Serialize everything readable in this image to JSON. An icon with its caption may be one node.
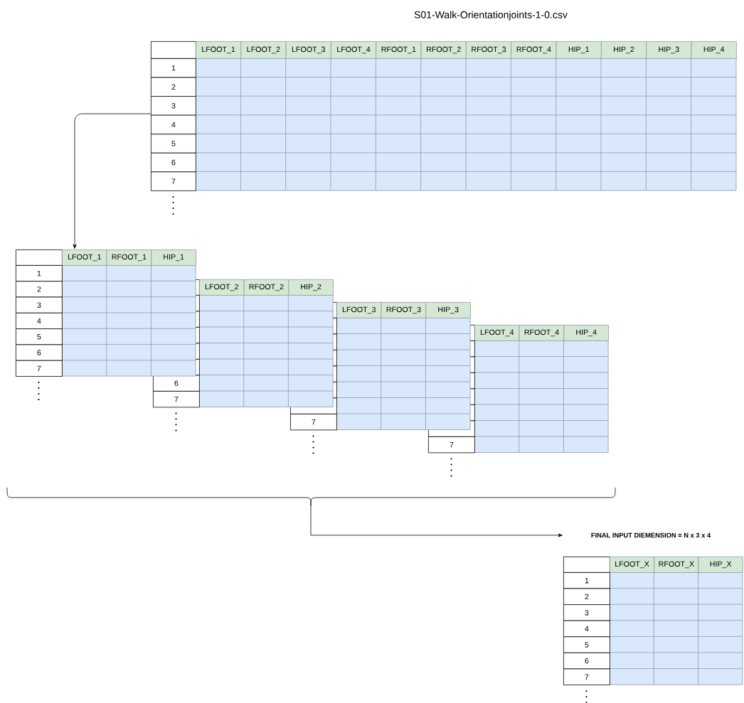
{
  "diagram": {
    "nodes": [
      {
        "text": [
          "S01-Walk-Orientationjoints-1-0.csv",
          "LFOOT_1",
          "LFOOT_2",
          "LFOOT_3",
          "LFOOT_4",
          "RFOOT_1",
          "RFOOT_2",
          "RFOOT_3",
          "RFOOT_4",
          "HIP_1",
          "HIP_2",
          "HIP_3",
          "HIP_4",
          "1",
          "2",
          "3",
          "4",
          "5",
          "6",
          "7"
        ]
      },
      {
        "text": [
          "LFOOT_1",
          "RFOOT_1",
          "HIP_1",
          "1",
          "2",
          "3",
          "4",
          "5",
          "6",
          "7"
        ]
      },
      {
        "text": [
          "LFOOT_2",
          "RFOOT_2",
          "HIP_2",
          "6",
          "7"
        ]
      },
      {
        "text": [
          "LFOOT_3",
          "RFOOT_3",
          "HIP_3",
          "7"
        ]
      },
      {
        "text": [
          "LFOOT_4",
          "RFOOT_4",
          "HIP_4",
          "7"
        ]
      },
      {
        "text": [
          "FINAL INPUT DIEMENSION = N x 3 x 4",
          "LFOOT_X",
          "RFOOT_X",
          "HIP_X",
          "1",
          "2",
          "3",
          "4",
          "5",
          "6",
          "7"
        ]
      }
    ],
    "edges": [
      {
        "from": 0,
        "to": 1,
        "arrow": "to"
      },
      {
        "from": 4,
        "to": 5,
        "arrow": "to"
      }
    ]
  }
}
